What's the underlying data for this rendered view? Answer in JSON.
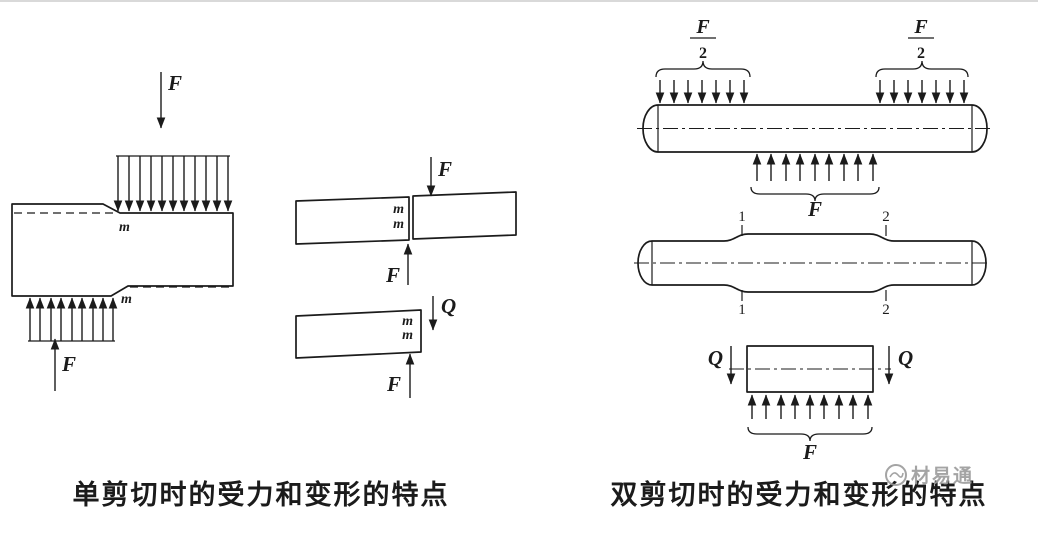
{
  "single_shear": {
    "caption": "单剪切时的受力和变形的特点",
    "applied_force_top": "F",
    "applied_force_bottom": "F",
    "plane_label_top": "m",
    "plane_label_bottom": "m",
    "cut_view": {
      "force_top": "F",
      "force_bottom": "F",
      "plane_upper": "m",
      "plane_lower": "m"
    },
    "free_body": {
      "shear_force": "Q",
      "applied_force": "F",
      "plane_upper": "m",
      "plane_lower": "m"
    }
  },
  "double_shear": {
    "caption": "双剪切时的受力和变形的特点",
    "left_load": {
      "numerator": "F",
      "denominator": "2"
    },
    "right_load": {
      "numerator": "F",
      "denominator": "2"
    },
    "support_reaction": "F",
    "sections": {
      "s1_top": "1",
      "s1_bottom": "1",
      "s2_top": "2",
      "s2_bottom": "2"
    },
    "free_body": {
      "shear_left": "Q",
      "shear_right": "Q",
      "distributed_force": "F"
    }
  },
  "watermark": {
    "text": "材易通"
  },
  "colors": {
    "ink": "#1b1b1b",
    "paper": "#ffffff",
    "watermark_gray": "#9b9b9b"
  }
}
